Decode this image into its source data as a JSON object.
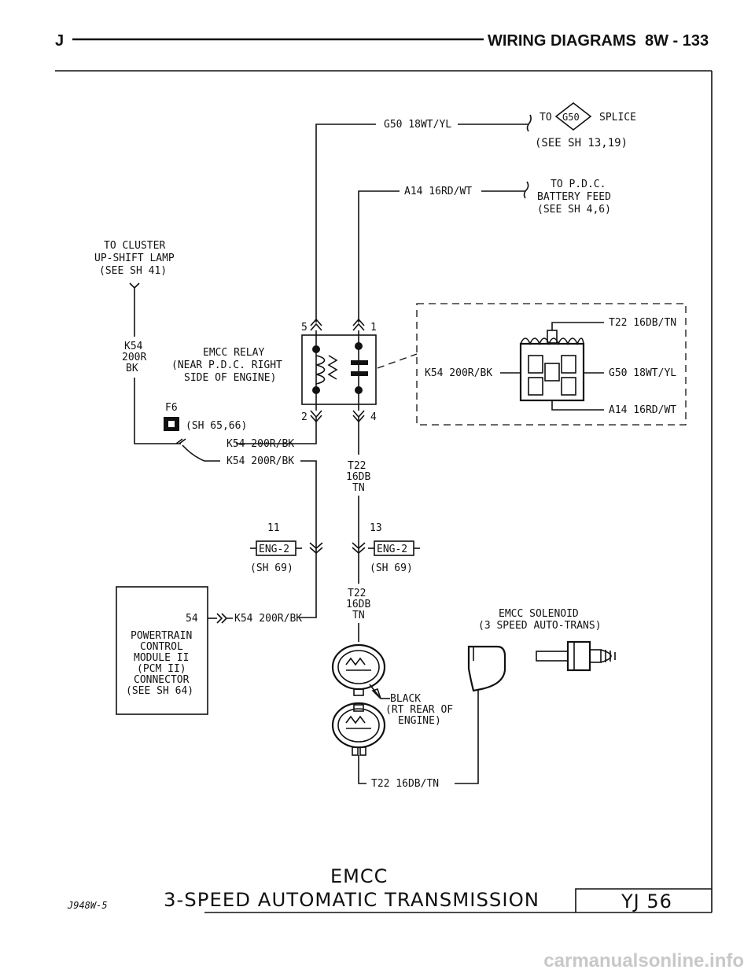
{
  "header": {
    "left": "J",
    "title": "WIRING DIAGRAMS",
    "page": "8W - 133"
  },
  "splice_ref": {
    "wire": "G50 18WT/YL",
    "to": "TO",
    "splice_id": "G50",
    "splice_word": "SPLICE",
    "see": "(SEE SH 13,19)"
  },
  "pdc_ref": {
    "wire": "A14 16RD/WT",
    "line1": "TO P.D.C.",
    "line2": "BATTERY FEED",
    "line3": "(SEE SH 4,6)"
  },
  "cluster_ref": {
    "line1": "TO CLUSTER",
    "line2": "UP-SHIFT LAMP",
    "line3": "(SEE SH 41)"
  },
  "k54_vertical": {
    "line1": "K54",
    "line2": "200R",
    "line3": "BK"
  },
  "relay": {
    "line1": "EMCC RELAY",
    "line2": "(NEAR P.D.C. RIGHT",
    "line3": "SIDE OF ENGINE)",
    "pins": {
      "p5": "5",
      "p1": "1",
      "p2": "2",
      "p4": "4"
    }
  },
  "fuse": {
    "id": "F6",
    "sheet": "(SH 65,66)"
  },
  "wires": {
    "k54_a": "K54 200R/BK",
    "k54_b": "K54 200R/BK",
    "k54_c": "K54 200R/BK",
    "t22_top": {
      "line1": "T22",
      "line2": "16DB",
      "line3": "TN"
    },
    "t22_mid": {
      "line1": "T22",
      "line2": "16DB",
      "line3": "TN"
    },
    "t22_bottom": "T22 16DB/TN"
  },
  "inset": {
    "t22": "T22 16DB/TN",
    "k54": "K54 200R/BK",
    "g50": "G50 18WT/YL",
    "a14": "A14 16RD/WT"
  },
  "eng_left": {
    "pin": "11",
    "label": "ENG-2",
    "sheet": "(SH 69)"
  },
  "eng_right": {
    "pin": "13",
    "label": "ENG-2",
    "sheet": "(SH 69)"
  },
  "pcm": {
    "pin": "54",
    "line1": "POWERTRAIN",
    "line2": "CONTROL",
    "line3": "MODULE II",
    "line4": "(PCM II)",
    "line5": "CONNECTOR",
    "line6": "(SEE SH 64)"
  },
  "solenoid": {
    "line1": "EMCC SOLENOID",
    "line2": "(3 SPEED AUTO-TRANS)"
  },
  "black_conn": {
    "line1": "BLACK",
    "line2": "(RT REAR OF",
    "line3": "ENGINE)"
  },
  "footer": {
    "code": "J948W-5",
    "title1": "EMCC",
    "title2": "3-SPEED AUTOMATIC TRANSMISSION",
    "ref": "YJ 56"
  },
  "watermark": "carmanualsonline.info"
}
